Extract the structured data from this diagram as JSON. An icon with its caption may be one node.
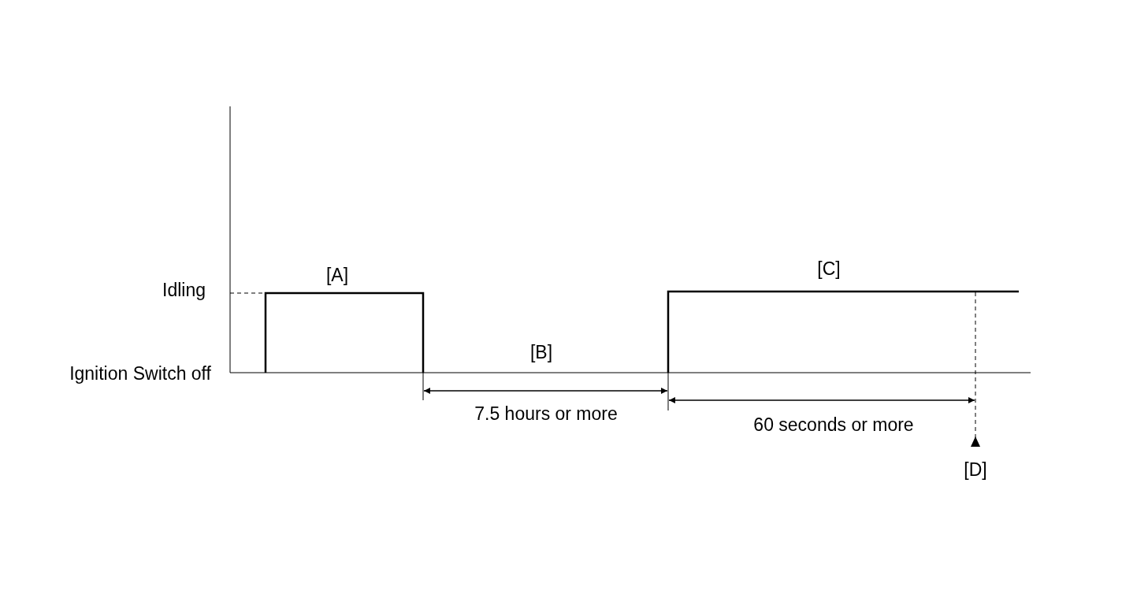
{
  "diagram": {
    "labels": [
      "[C]",
      "[A]",
      "Idling",
      "[B]",
      "Ignition Switch off",
      "7.5 hours or more",
      "60 seconds or more",
      "[D]"
    ]
  }
}
